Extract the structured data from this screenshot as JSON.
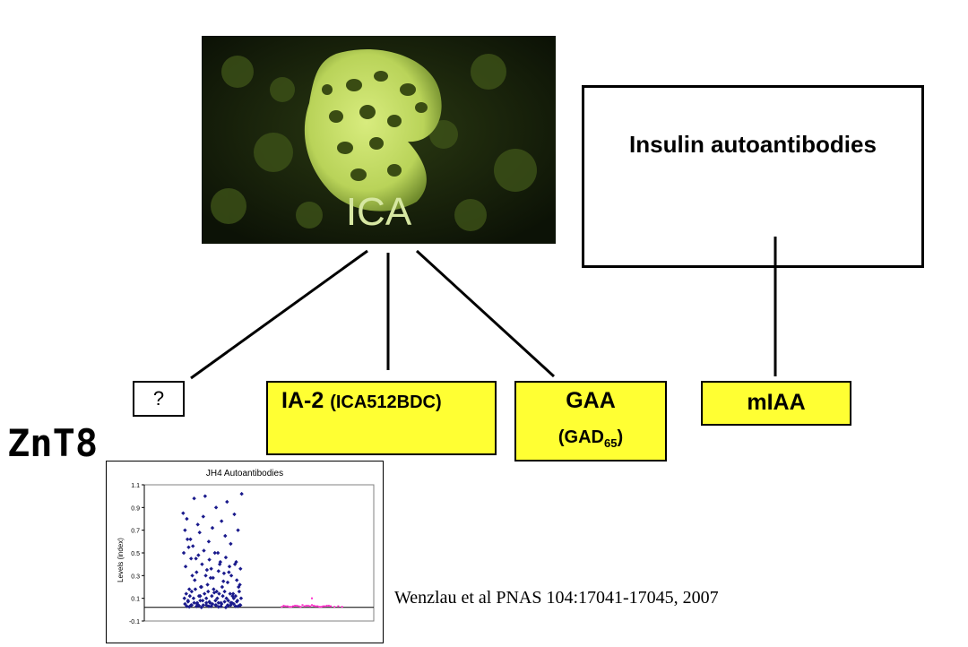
{
  "ica": {
    "label": "ICA"
  },
  "insulin": {
    "title": "Insulin autoantibodies"
  },
  "nodes": {
    "unknown": "?",
    "ia2_main": "IA-2",
    "ia2_sub": "(ICA512BDC)",
    "gaa_main": "GAA",
    "gaa_sub_prefix": "(GAD",
    "gaa_sub_num": "65",
    "gaa_sub_suffix": ")",
    "miaa": "mIAA"
  },
  "znt8": {
    "label": "ZnT8"
  },
  "citation": {
    "text": "Wenzlau et al PNAS 104:17041-17045, 2007"
  },
  "colors": {
    "node_fill": "#ffff33",
    "ica_fluor": "#c9e06a",
    "series1": "#1a1a8c",
    "series2": "#ff33cc"
  },
  "chart_data": {
    "type": "scatter",
    "title": "JH4 Autoantibodies",
    "ylabel": "Levels (index)",
    "ylim": [
      -0.1,
      1.1
    ],
    "yticks": [
      "1.1",
      "0.9",
      "0.7",
      "0.5",
      "0.3",
      "0.1",
      "-0.1"
    ],
    "threshold": 0.02,
    "series": [
      {
        "color": "#1a1a8c",
        "x": [
          0.02,
          0.05,
          0.08,
          0.11,
          0.14,
          0.17,
          0.2,
          0.23,
          0.26,
          0.29,
          0.32,
          0.35,
          0.38,
          0.41,
          0.44,
          0.47,
          0.5,
          0.53,
          0.56,
          0.59,
          0.62,
          0.65,
          0.68,
          0.71,
          0.74,
          0.77,
          0.8,
          0.83,
          0.86,
          0.89,
          0.92,
          0.95,
          0.98,
          0.03,
          0.06,
          0.09,
          0.12,
          0.15,
          0.18,
          0.21,
          0.24,
          0.27,
          0.3,
          0.33,
          0.36,
          0.39,
          0.42,
          0.45,
          0.48,
          0.51,
          0.54,
          0.57,
          0.6,
          0.63,
          0.66,
          0.69,
          0.72,
          0.75,
          0.78,
          0.81,
          0.84,
          0.87,
          0.9,
          0.93,
          0.96,
          0.04,
          0.07,
          0.1,
          0.13,
          0.16,
          0.19,
          0.22,
          0.25,
          0.28,
          0.31,
          0.34,
          0.37,
          0.4,
          0.43,
          0.46,
          0.49,
          0.52,
          0.55,
          0.58,
          0.61,
          0.64,
          0.67,
          0.7,
          0.73,
          0.76,
          0.79,
          0.82,
          0.85,
          0.88,
          0.91,
          0.94,
          0.97,
          0.05,
          0.1,
          0.15,
          0.2,
          0.25,
          0.3,
          0.35,
          0.4,
          0.45,
          0.5,
          0.55,
          0.6,
          0.65,
          0.7,
          0.75,
          0.8,
          0.85,
          0.9,
          0.95,
          0.08,
          0.16,
          0.24,
          0.32,
          0.4,
          0.48,
          0.56,
          0.64,
          0.72,
          0.8,
          0.88,
          0.96,
          0.12,
          0.28,
          0.44,
          0.6,
          0.76,
          0.92
        ],
        "y": [
          0.85,
          0.7,
          0.8,
          0.55,
          0.62,
          0.3,
          0.98,
          0.45,
          0.75,
          0.68,
          0.2,
          0.82,
          1.0,
          0.35,
          0.6,
          0.28,
          0.72,
          0.15,
          0.9,
          0.5,
          0.4,
          0.78,
          0.25,
          0.65,
          0.95,
          0.33,
          0.58,
          0.12,
          0.84,
          0.42,
          0.7,
          0.22,
          1.02,
          0.5,
          0.38,
          0.62,
          0.18,
          0.45,
          0.56,
          0.26,
          0.33,
          0.48,
          0.12,
          0.4,
          0.52,
          0.3,
          0.22,
          0.44,
          0.36,
          0.28,
          0.5,
          0.16,
          0.34,
          0.42,
          0.2,
          0.32,
          0.46,
          0.24,
          0.38,
          0.3,
          0.14,
          0.4,
          0.26,
          0.2,
          0.36,
          0.1,
          0.14,
          0.08,
          0.12,
          0.16,
          0.1,
          0.18,
          0.06,
          0.12,
          0.2,
          0.08,
          0.14,
          0.1,
          0.16,
          0.06,
          0.12,
          0.18,
          0.08,
          0.1,
          0.14,
          0.06,
          0.12,
          0.16,
          0.1,
          0.08,
          0.14,
          0.06,
          0.1,
          0.12,
          0.08,
          0.16,
          0.1,
          0.05,
          0.07,
          0.04,
          0.06,
          0.05,
          0.08,
          0.04,
          0.06,
          0.07,
          0.05,
          0.04,
          0.06,
          0.05,
          0.07,
          0.04,
          0.06,
          0.05,
          0.07,
          0.04,
          0.03,
          0.04,
          0.03,
          0.02,
          0.04,
          0.03,
          0.04,
          0.03,
          0.02,
          0.04,
          0.03,
          0.04,
          0.025,
          0.035,
          0.03,
          0.025,
          0.035,
          0.03
        ]
      },
      {
        "color": "#ff33cc",
        "x": [
          0.02,
          0.08,
          0.14,
          0.2,
          0.26,
          0.32,
          0.38,
          0.44,
          0.5,
          0.56,
          0.62,
          0.68,
          0.74,
          0.8,
          0.86,
          0.92,
          0.98,
          0.05,
          0.11,
          0.17,
          0.23,
          0.29,
          0.35,
          0.41,
          0.47,
          0.53,
          0.59,
          0.65,
          0.71,
          0.77,
          0.5
        ],
        "y": [
          0.025,
          0.03,
          0.025,
          0.03,
          0.035,
          0.025,
          0.03,
          0.035,
          0.04,
          0.03,
          0.025,
          0.03,
          0.035,
          0.03,
          0.025,
          0.03,
          0.025,
          0.035,
          0.03,
          0.025,
          0.035,
          0.03,
          0.04,
          0.035,
          0.03,
          0.035,
          0.03,
          0.025,
          0.03,
          0.035,
          0.1
        ]
      }
    ]
  }
}
